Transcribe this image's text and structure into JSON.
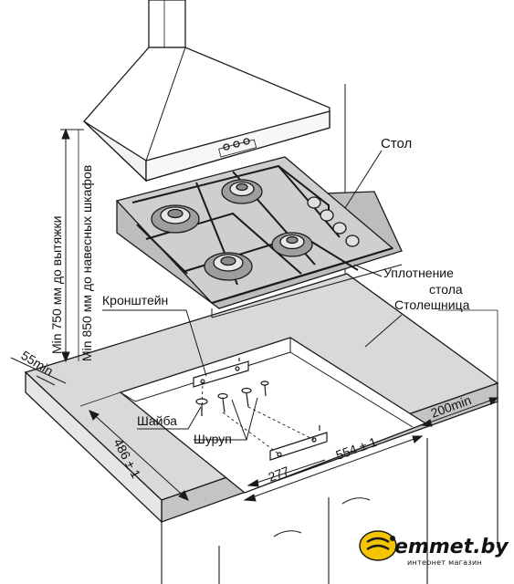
{
  "labels": {
    "table": "Стол",
    "seal_line1": "Уплотнение",
    "seal_line2": "стола",
    "bracket": "Кронштейн",
    "countertop": "Столешница",
    "washer": "Шайба",
    "screw": "Шуруп"
  },
  "dimensions": {
    "hood_distance": "Min 750 мм до вытяжки",
    "cabinet_distance": "Min 850 мм до навесных шкафов",
    "edge_min": "55min",
    "back_min": "200min",
    "cutout_depth": "486 ± 1",
    "cutout_width": "554 ± 1",
    "bracket_offset": "277"
  },
  "brand": {
    "name": "emmet.by",
    "tagline": "интернет магазин",
    "accent_color": "#f5c400"
  },
  "colors": {
    "countertop": "#d9d9d9",
    "hob": "#cfcfcf",
    "line": "#1a1a1a"
  }
}
